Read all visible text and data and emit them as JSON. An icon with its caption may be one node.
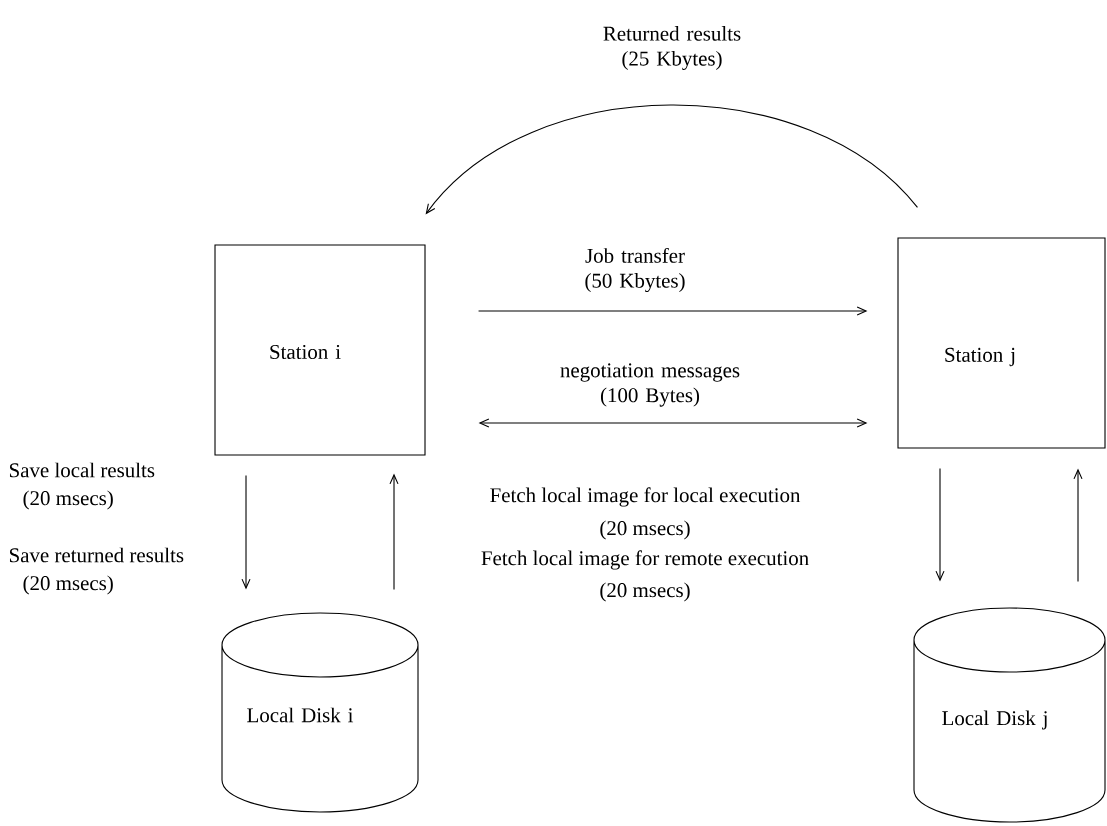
{
  "diagram": {
    "nodes": [
      {
        "text": [
          "Station i"
        ]
      },
      {
        "text": [
          "Station j"
        ]
      },
      {
        "text": [
          "Local Disk i"
        ]
      },
      {
        "text": [
          "Local Disk j"
        ]
      }
    ],
    "edges": [
      {
        "from": 1,
        "to": 0,
        "arrow": "to",
        "label": "Returned results (25 Kbytes)"
      },
      {
        "from": 0,
        "to": 1,
        "arrow": "to",
        "label": "Job transfer (50 Kbytes)"
      },
      {
        "from": 0,
        "to": 1,
        "arrow": "both",
        "label": "negotiation messages (100 Bytes)"
      },
      {
        "from": 0,
        "to": 2,
        "arrow": "to"
      },
      {
        "from": 2,
        "to": 0,
        "arrow": "to"
      },
      {
        "from": 1,
        "to": 3,
        "arrow": "to"
      },
      {
        "from": 3,
        "to": 1,
        "arrow": "to"
      }
    ],
    "labels": [
      "Save local results",
      "(20 msecs)",
      "Save returned results",
      "(20 msecs)",
      "Fetch local image for local execution",
      "(20 msecs)",
      "Fetch local image for remote execution",
      "(20 msecs)"
    ]
  }
}
